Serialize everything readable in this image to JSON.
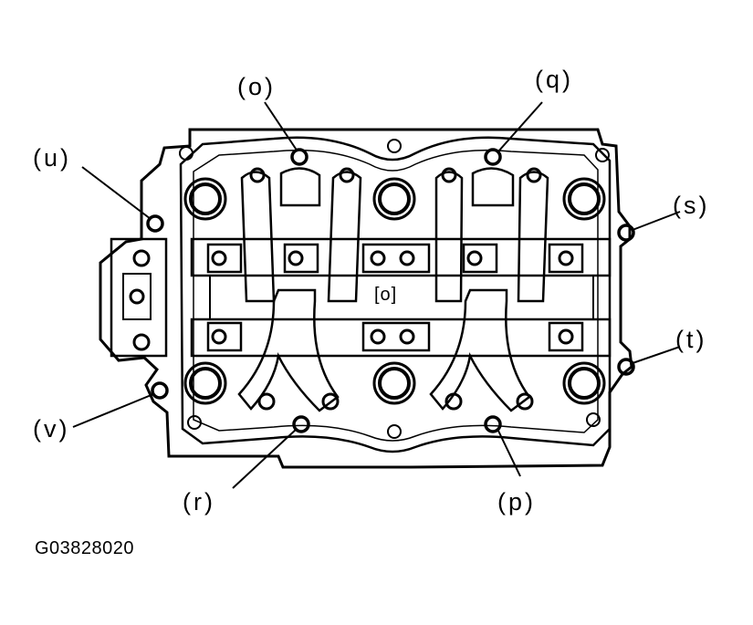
{
  "figure": {
    "code": "G03828020",
    "center_mark": "[o]"
  },
  "callouts": {
    "o": "(o)",
    "p": "(p)",
    "q": "(q)",
    "r": "(r)",
    "s": "(s)",
    "t": "(t)",
    "u": "(u)",
    "v": "(v)"
  },
  "colors": {
    "line": "#000000",
    "background": "#ffffff"
  }
}
